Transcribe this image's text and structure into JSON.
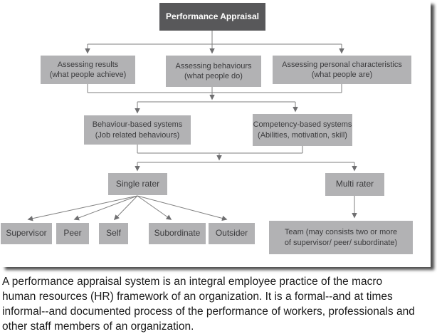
{
  "colors": {
    "root_box_bg": "#58585a",
    "root_box_text": "#ffffff",
    "node_bg": "#b2b2b4",
    "node_text": "#3b3b3d",
    "connector": "#7f7f7f",
    "caption_text": "#1a1a1a",
    "frame_shadow": "#4f4f4f"
  },
  "diagram": {
    "root": {
      "label": "Performance Appraisal"
    },
    "assessing": [
      {
        "line1": "Assessing results",
        "line2": "(what people achieve)"
      },
      {
        "line1": "Assessing behaviours",
        "line2": "(what people do)"
      },
      {
        "line1": "Assessing personal characteristics",
        "line2": "(what people are)"
      }
    ],
    "systems": [
      {
        "line1": "Behaviour-based systems",
        "line2": "(Job related behaviours)"
      },
      {
        "line1": "Competency-based systems",
        "line2": "(Abilities, motivation, skill)"
      }
    ],
    "raters": [
      {
        "label": "Single rater"
      },
      {
        "label": "Multi rater"
      }
    ],
    "single_rater_types": [
      {
        "label": "Supervisor"
      },
      {
        "label": "Peer"
      },
      {
        "label": "Self"
      },
      {
        "label": "Subordinate"
      },
      {
        "label": "Outsider"
      }
    ],
    "team": {
      "line1": "Team (may consists two or more",
      "line2": "of supervisor/ peer/ subordinate)"
    }
  },
  "caption": {
    "lines": [
      "A performance appraisal system is an integral employee practice of the macro",
      "human resources (HR) framework of an organization. It is a formal--and at times",
      "informal--and documented process of the performance of workers, professionals and",
      "other staff members of an organization."
    ]
  }
}
